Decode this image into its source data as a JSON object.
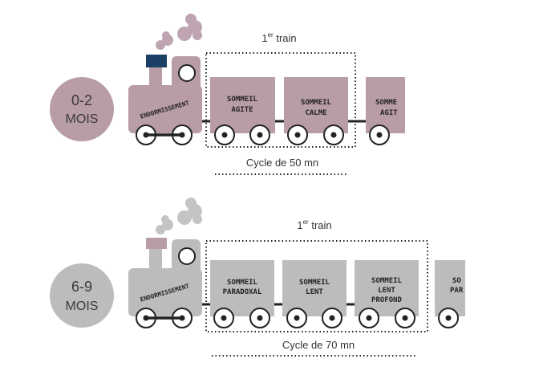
{
  "colors": {
    "mauve": "#b89ca8",
    "grey": "#bcbcbc",
    "navy": "#1c3f66",
    "smoke_mauve": "#bfa5b1",
    "smoke_grey": "#c4c4c4"
  },
  "rows": [
    {
      "age_line1": "0-2",
      "age_line2": "MOIS",
      "train_label": "1",
      "train_sup": "er",
      "train_word": " train",
      "cycle_label": "Cycle de 50 mn",
      "engine_label": "ENDORMISSEMENT",
      "cars": [
        {
          "lines": [
            "SOMMEIL",
            "AGITE"
          ]
        },
        {
          "lines": [
            "SOMMEIL",
            "CALME"
          ]
        },
        {
          "lines": [
            "SOMME",
            "AGIT"
          ]
        }
      ]
    },
    {
      "age_line1": "6-9",
      "age_line2": "MOIS",
      "train_label": "1",
      "train_sup": "er",
      "train_word": " train",
      "cycle_label": "Cycle de 70 mn",
      "engine_label": "ENDORMISSEMENT",
      "cars": [
        {
          "lines": [
            "SOMMEIL",
            "PARADOXAL"
          ]
        },
        {
          "lines": [
            "SOMMEIL",
            "LENT"
          ]
        },
        {
          "lines": [
            "SOMMEIL",
            "LENT",
            "PROFOND"
          ]
        },
        {
          "lines": [
            "SO",
            "PAR"
          ]
        }
      ]
    }
  ]
}
